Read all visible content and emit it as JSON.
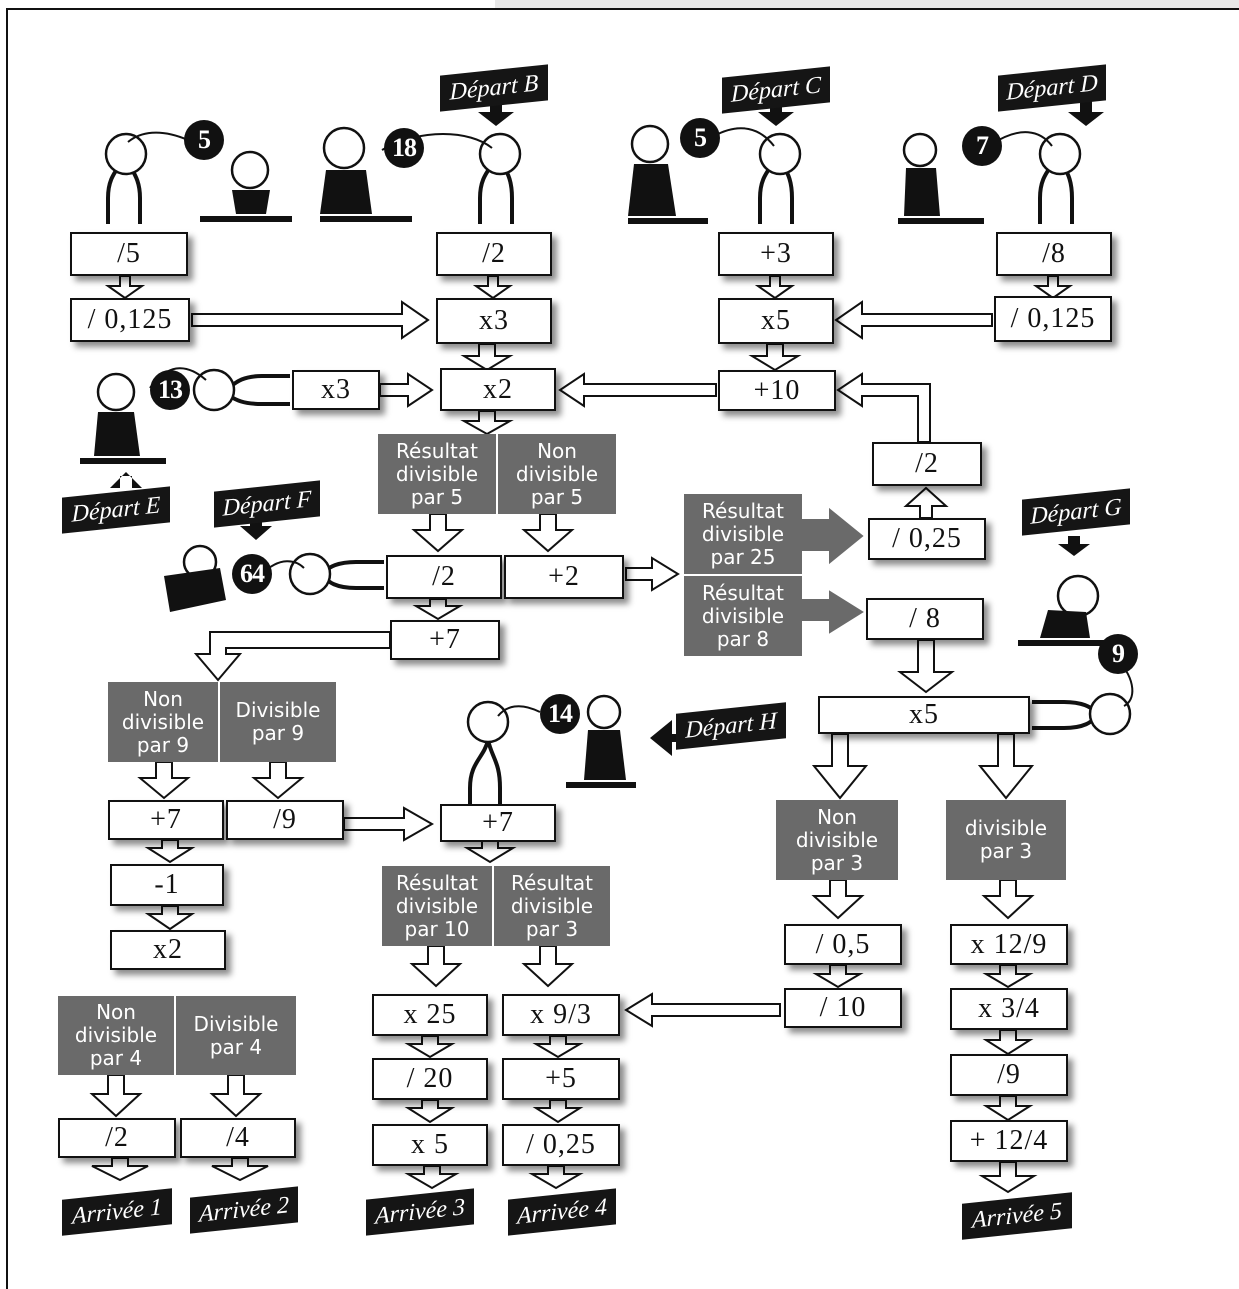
{
  "starts": {
    "B": "Départ B",
    "C": "Départ C",
    "D": "Départ D",
    "E": "Départ E",
    "F": "Départ F",
    "G": "Départ G",
    "H": "Départ H"
  },
  "numbers": {
    "a": "5",
    "b": "18",
    "c": "5",
    "d": "7",
    "e": "13",
    "f": "64",
    "g": "9",
    "h": "14"
  },
  "ops": {
    "a1": "/5",
    "a2": "/ 0,125",
    "b1": "/2",
    "b2": "x3",
    "b3": "x2",
    "c1": "+3",
    "c2": "x5",
    "c3": "+10",
    "d1": "/8",
    "d2": "/ 0,125",
    "e1": "x3",
    "r1": "/2",
    "r2": "/ 0,25",
    "f1": "/2",
    "f2": "+2",
    "f3": "+7",
    "g1": "/ 8",
    "g2": "x5",
    "l1": "+7",
    "l2": "/9",
    "l3": "-1",
    "l4": "x2",
    "l5": "/2",
    "l6": "/4",
    "h1": "+7",
    "m1": "x  25",
    "m2": "/  20",
    "m3": "x 5",
    "n1": "x  9/3",
    "n2": "+5",
    "n3": "/ 0,25",
    "p1": "/  0,5",
    "p2": "/  10",
    "q1": "x  12/9",
    "q2": "x  3/4",
    "q3": "/9",
    "q4": "+  12/4"
  },
  "conditions": {
    "c5a": "Résultat\ndivisible\npar 5",
    "c5b": "Non\ndivisible\npar 5",
    "c25": "Résultat\ndivisible\npar 25",
    "c8": "Résultat\ndivisible\npar 8",
    "c9a": "Non\ndivisible\npar 9",
    "c9b": "Divisible\npar 9",
    "c4a": "Non\ndivisible\npar 4",
    "c4b": "Divisible\npar 4",
    "c10": "Résultat\ndivisible\npar 10",
    "c3r": "Résultat\ndivisible\npar 3",
    "c3a": "Non\ndivisible\npar 3",
    "c3b": "divisible\npar 3"
  },
  "arrivals": {
    "a1": "Arrivée 1",
    "a2": "Arrivée 2",
    "a3": "Arrivée 3",
    "a4": "Arrivée 4",
    "a5": "Arrivée 5"
  },
  "colors": {
    "ink": "#111111",
    "condition_fill": "#6a6a6a",
    "tag_fill": "#151515"
  }
}
